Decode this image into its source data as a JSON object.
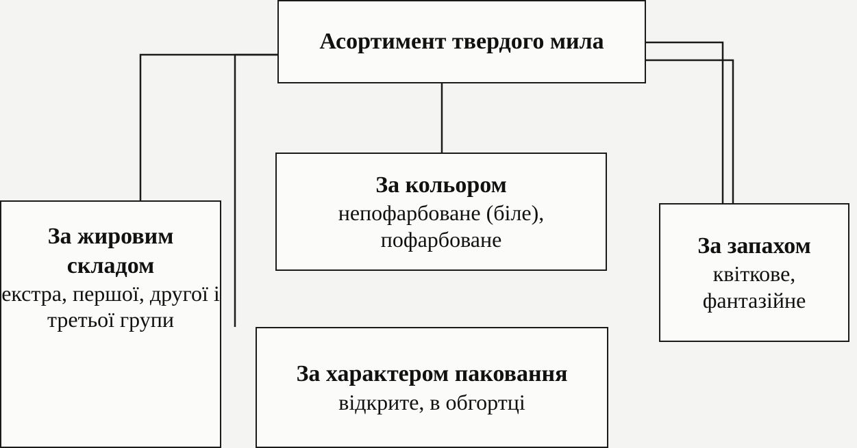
{
  "diagram": {
    "root": {
      "title": "Асортимент твердого мила"
    },
    "categories": {
      "fat": {
        "title": "За жировим складом",
        "desc": "екстра, першої, другої і третьої групи"
      },
      "color": {
        "title": "За кольором",
        "desc": "непофарбоване (біле), пофарбоване"
      },
      "smell": {
        "title": "За запахом",
        "desc": "квіткове, фантазійне"
      },
      "package": {
        "title": "За характером паковання",
        "desc": "відкрите, в обгортці"
      }
    }
  },
  "colors": {
    "line": "#1a1a1a",
    "box_bg": "#fbfbf9",
    "page_bg": "#f4f4f2"
  }
}
